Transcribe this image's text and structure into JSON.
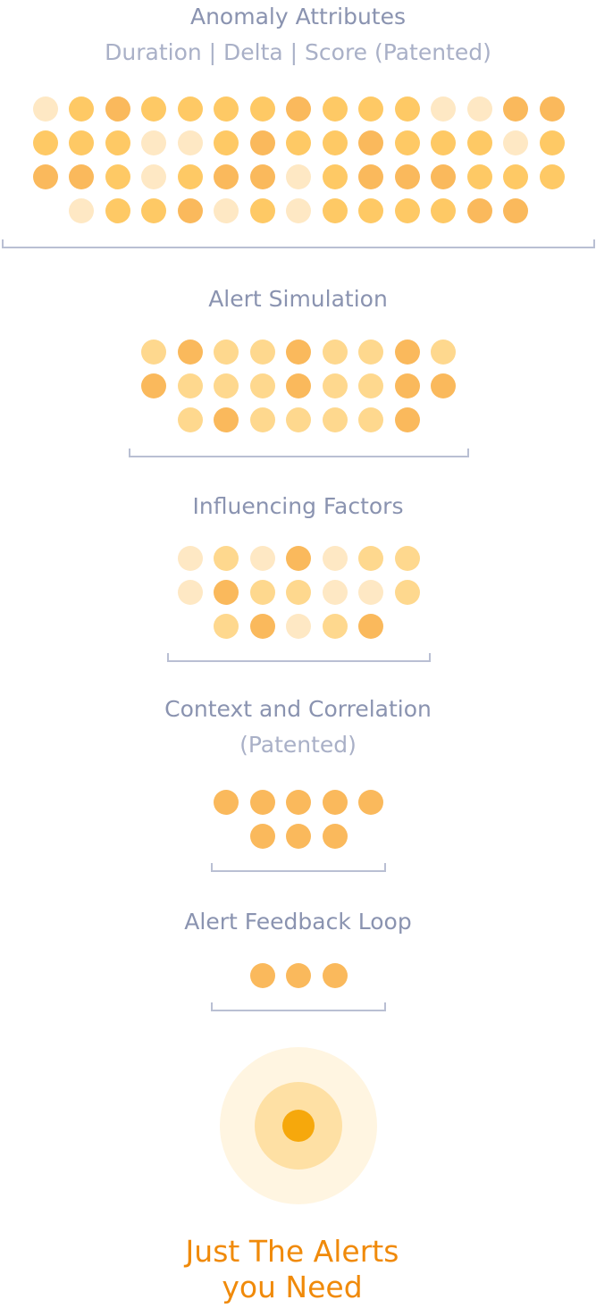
{
  "colors": {
    "pale": "#fee8c4",
    "light": "#fed88e",
    "mid": "#fec965",
    "deep": "#fab95c",
    "label": "#8a93b0",
    "bracket": "#b9bfd3",
    "accent": "#f08a0a",
    "core": "#f6a80c"
  },
  "stages": [
    {
      "id": "anomaly-attributes",
      "title": "Anomaly Attributes",
      "subtitle": "Duration | Delta | Score (Patented)",
      "dot_rows": [
        [
          "pale",
          "mid",
          "deep",
          "mid",
          "mid",
          "mid",
          "mid",
          "deep",
          "mid",
          "mid",
          "mid",
          "pale",
          "pale",
          "deep",
          "deep"
        ],
        [
          "mid",
          "mid",
          "mid",
          "pale",
          "pale",
          "mid",
          "deep",
          "mid",
          "mid",
          "deep",
          "mid",
          "mid",
          "mid",
          "pale",
          "mid"
        ],
        [
          "deep",
          "deep",
          "mid",
          "pale",
          "mid",
          "deep",
          "deep",
          "pale",
          "mid",
          "deep",
          "deep",
          "deep",
          "mid",
          "mid",
          "mid"
        ],
        [
          "pale",
          "mid",
          "mid",
          "deep",
          "pale",
          "mid",
          "pale",
          "mid",
          "mid",
          "mid",
          "mid",
          "deep",
          "deep"
        ]
      ]
    },
    {
      "id": "alert-simulation",
      "title": "Alert Simulation",
      "subtitle": "",
      "dot_rows": [
        [
          "light",
          "deep",
          "light",
          "light",
          "deep",
          "light",
          "light",
          "deep",
          "light"
        ],
        [
          "deep",
          "light",
          "light",
          "light",
          "deep",
          "light",
          "light",
          "deep",
          "deep"
        ],
        [
          "light",
          "deep",
          "light",
          "light",
          "light",
          "light",
          "deep"
        ]
      ]
    },
    {
      "id": "influencing-factors",
      "title": "Influencing Factors",
      "subtitle": "",
      "dot_rows": [
        [
          "pale",
          "light",
          "pale",
          "deep",
          "pale",
          "light",
          "light"
        ],
        [
          "pale",
          "deep",
          "light",
          "light",
          "pale",
          "pale",
          "light"
        ],
        [
          "light",
          "deep",
          "pale",
          "light",
          "deep"
        ]
      ]
    },
    {
      "id": "context-correlation",
      "title": "Context and Correlation",
      "subtitle": "(Patented)",
      "dot_rows": [
        [
          "deep",
          "deep",
          "deep",
          "deep",
          "deep"
        ],
        [
          "deep",
          "deep",
          "deep"
        ]
      ]
    },
    {
      "id": "alert-feedback-loop",
      "title": "Alert Feedback Loop",
      "subtitle": "",
      "dot_rows": [
        [
          "deep",
          "deep",
          "deep"
        ]
      ]
    }
  ],
  "outcome": {
    "line1": "Just The Alerts",
    "line2": "you Need"
  }
}
